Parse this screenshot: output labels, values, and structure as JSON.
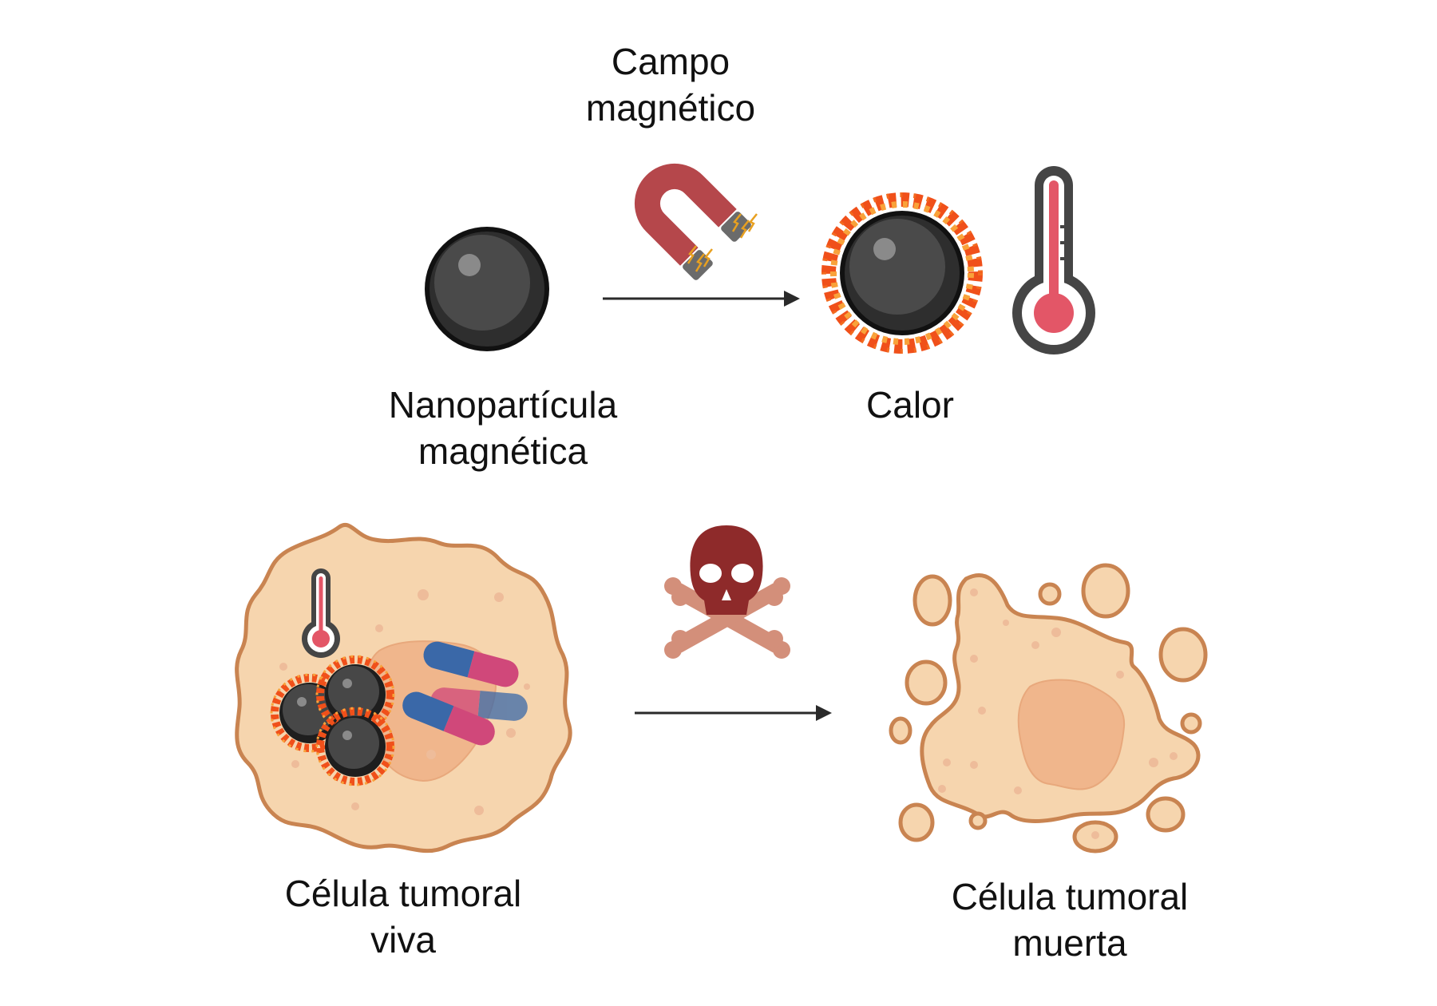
{
  "diagram": {
    "title": "Magnetic hyperthermia with nanoparticles",
    "labels": {
      "magnetic_field": [
        "Campo",
        "magnético"
      ],
      "nanoparticle": [
        "Nanopartícula",
        "magnética"
      ],
      "heat": [
        "Calor"
      ],
      "live_cell": [
        "Célula tumoral",
        "viva"
      ],
      "dead_cell": [
        "Célula tumoral",
        "muerta"
      ]
    },
    "icons": {
      "nanoparticle": "nanoparticle-sphere-icon",
      "magnet": "horseshoe-magnet-icon",
      "burning_particle": "burning-nanoparticle-icon",
      "thermometer": "thermometer-icon",
      "skull": "skull-crossbones-icon",
      "drug_capsule": "drug-capsule-icon"
    },
    "colors": {
      "particle_dark": "#2b2b2b",
      "particle_mid": "#4a4a4a",
      "particle_highlight": "#8a8a8a",
      "magnet_red": "#b5474b",
      "magnet_pole": "#6b6b6b",
      "spark": "#e8a020",
      "fire_outer": "#f0501a",
      "fire_inner": "#f9a23a",
      "thermo_frame": "#454545",
      "thermo_fill": "#e35667",
      "cell_fill": "#f6d5ae",
      "cell_border": "#c98451",
      "nucleus": "#f0b68c",
      "skull": "#8e2a2a",
      "bones": "#d38f7a",
      "capsule_blue": "#3a68a8",
      "capsule_pink": "#d0487a",
      "arrow": "#2a2a2a"
    }
  }
}
